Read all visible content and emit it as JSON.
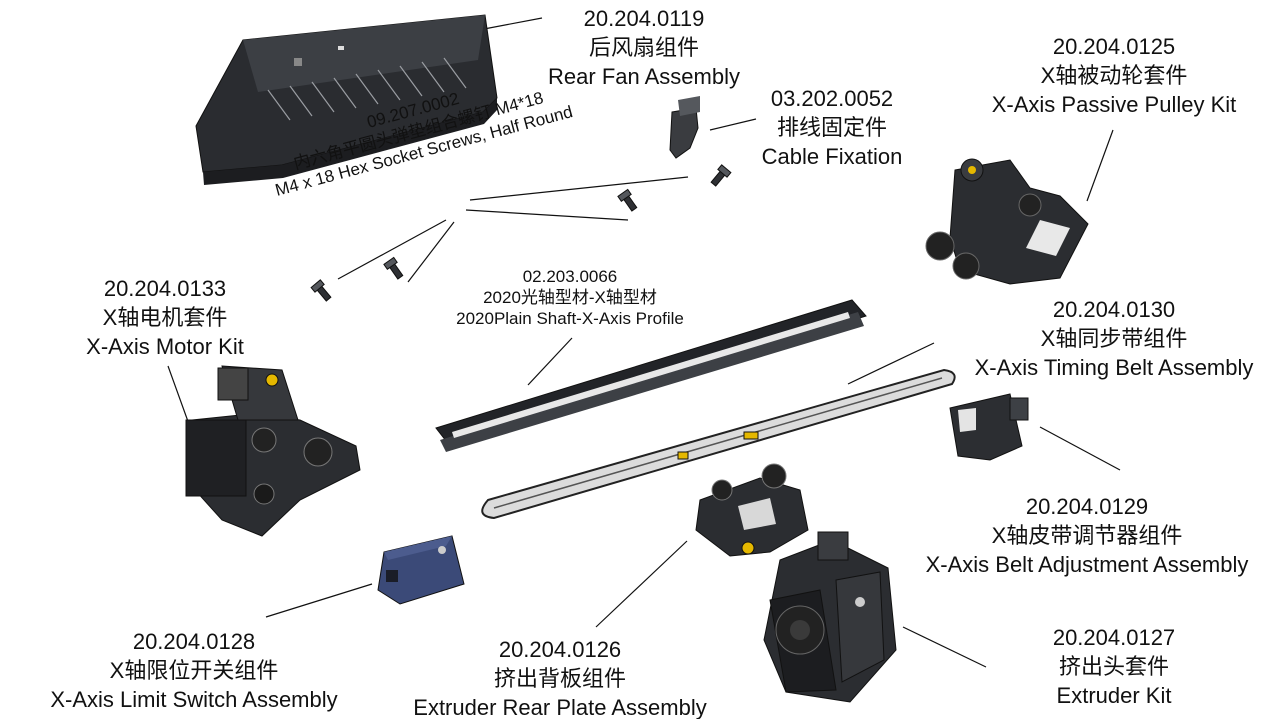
{
  "parts": {
    "rear_fan": {
      "code": "20.204.0119",
      "cn": "后风扇组件",
      "en": "Rear Fan Assembly"
    },
    "cable_fixation": {
      "code": "03.202.0052",
      "cn": "排线固定件",
      "en": "Cable Fixation"
    },
    "passive_pulley": {
      "code": "20.204.0125",
      "cn": "X轴被动轮套件",
      "en": "X-Axis Passive Pulley Kit"
    },
    "screws": {
      "code": "09.207.0002",
      "cn": "内六角平圆头弹垫组合螺钉 M4*18",
      "en": "M4 x 18 Hex Socket Screws, Half Round"
    },
    "motor_kit": {
      "code": "20.204.0133",
      "cn": "X轴电机套件",
      "en": "X-Axis Motor Kit"
    },
    "profile": {
      "code": "02.203.0066",
      "cn": "2020光轴型材-X轴型材",
      "en": "2020Plain Shaft-X-Axis Profile"
    },
    "timing_belt": {
      "code": "20.204.0130",
      "cn": "X轴同步带组件",
      "en": "X-Axis Timing Belt Assembly"
    },
    "belt_adjust": {
      "code": "20.204.0129",
      "cn": "X轴皮带调节器组件",
      "en": "X-Axis Belt Adjustment Assembly"
    },
    "limit_switch": {
      "code": "20.204.0128",
      "cn": "X轴限位开关组件",
      "en": "X-Axis Limit Switch Assembly"
    },
    "rear_plate": {
      "code": "20.204.0126",
      "cn": "挤出背板组件",
      "en": "Extruder Rear Plate Assembly"
    },
    "extruder_kit": {
      "code": "20.204.0127",
      "cn": "挤出头套件",
      "en": "Extruder Kit"
    }
  },
  "colors": {
    "part_dark": "#26282c",
    "part_mid": "#4a4d52",
    "part_light": "#8a8d92",
    "switch_blue": "#3b4a78",
    "accent_yellow": "#e5b800",
    "leader": "#111111"
  }
}
